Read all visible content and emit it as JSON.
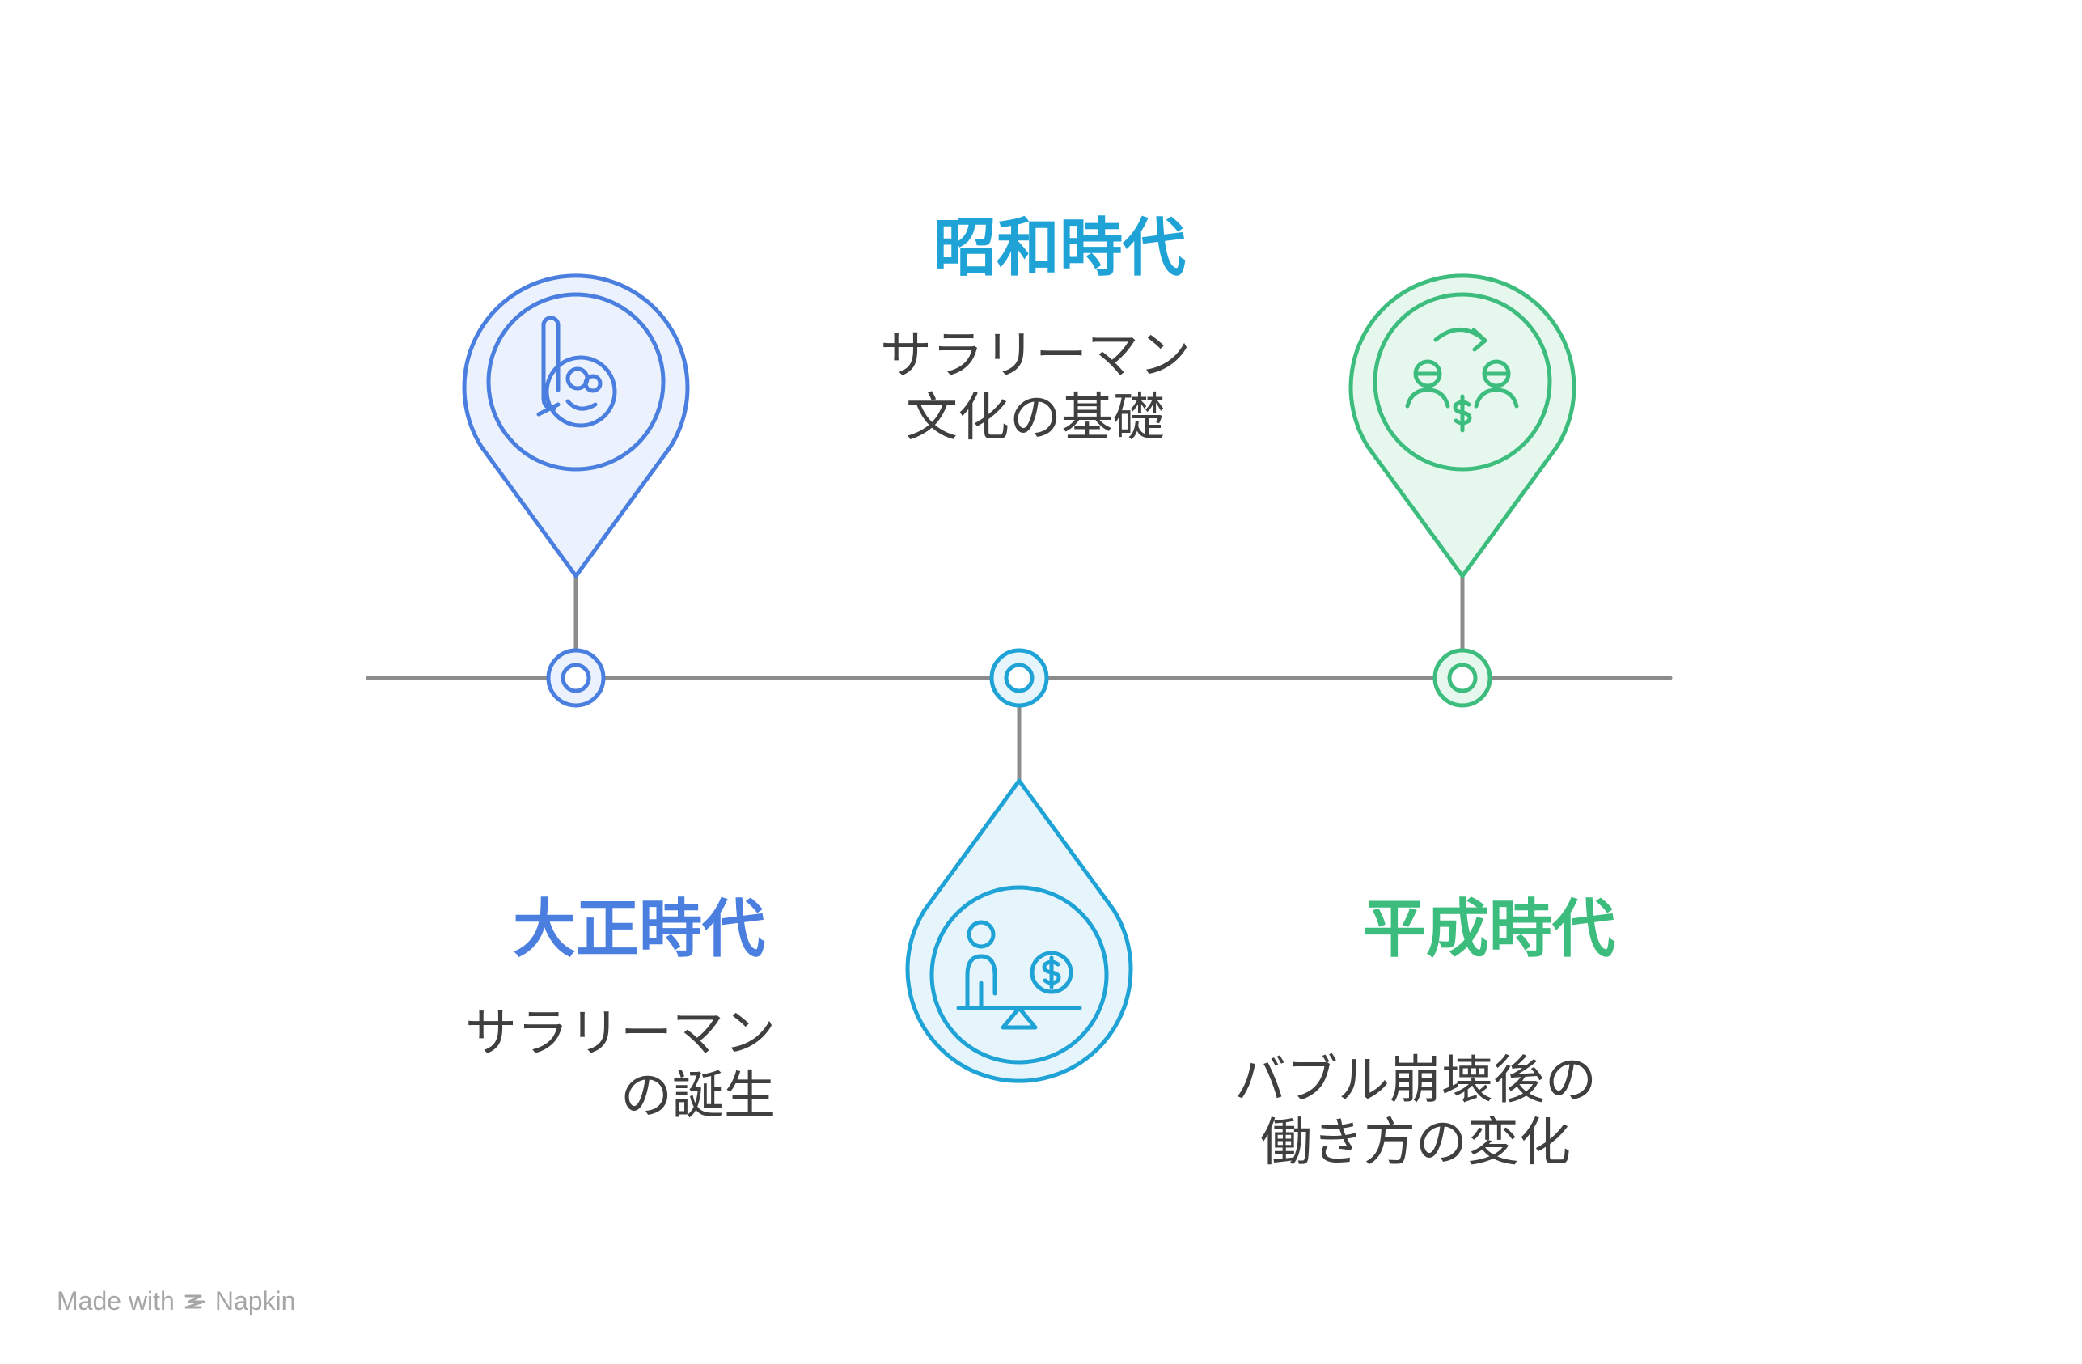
{
  "colors": {
    "blue": "#4a7fe0",
    "cyan": "#1fa3d6",
    "green": "#3dbd7d",
    "axis": "#8c8c8c",
    "text": "#3f3f3f"
  },
  "eras": [
    {
      "title": "大正時代",
      "desc_line1": "サラリーマン",
      "desc_line2": "の誕生",
      "icon": "baby-icon",
      "color": "blue"
    },
    {
      "title": "昭和時代",
      "desc_line1": "サラリーマン",
      "desc_line2": "文化の基礎",
      "icon": "balance-scale-money-icon",
      "color": "cyan"
    },
    {
      "title": "平成時代",
      "desc_line1": "バブル崩壊後の",
      "desc_line2": "働き方の変化",
      "icon": "people-money-exchange-icon",
      "color": "green"
    }
  ],
  "footer": {
    "made_with": "Made with",
    "brand": "Napkin"
  }
}
